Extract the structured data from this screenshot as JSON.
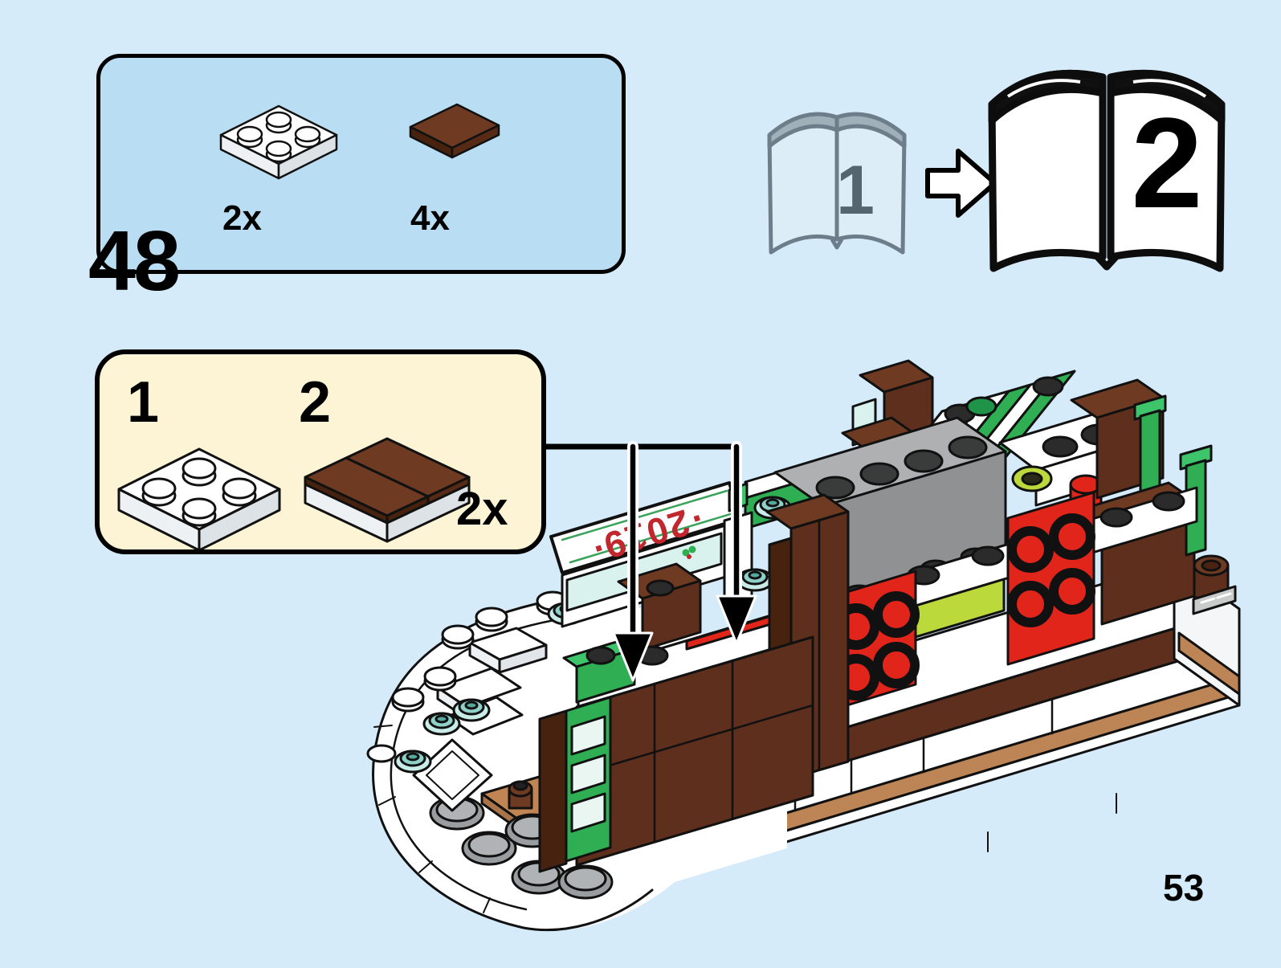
{
  "page": {
    "step_number": "48",
    "page_number": "53",
    "background_color": "#d6ebfa"
  },
  "parts_callout": {
    "background_color": "#b9ddf3",
    "items": [
      {
        "part": "white-2x2-plate",
        "quantity": "2x",
        "color": "#ffffff"
      },
      {
        "part": "reddish-brown-1x2-tile",
        "quantity": "4x",
        "color": "#6e3a22"
      }
    ]
  },
  "book_transition": {
    "from_book_number": "1",
    "to_book_number": "2"
  },
  "assembly_callout": {
    "background_color": "#fcf4d4",
    "quantity": "2x",
    "steps": [
      {
        "label": "1",
        "part": "white-2x2-plate"
      },
      {
        "label": "2",
        "part": "two-reddish-brown-1x2-tiles-on-white-2x2-plate"
      }
    ]
  },
  "model": {
    "sign_text": "·2019·",
    "sign_text_color": "#c1272d",
    "arrow_count": 2,
    "palette": {
      "dark_brown": "#5d2f1c",
      "brown": "#6e3a22",
      "nougat": "#bd8456",
      "green": "#2fae53",
      "red": "#e1251b",
      "lime": "#bcd93b",
      "gray": "#8f9193",
      "trans_blue": "#c9ece8",
      "snow": "#ffffff"
    }
  }
}
